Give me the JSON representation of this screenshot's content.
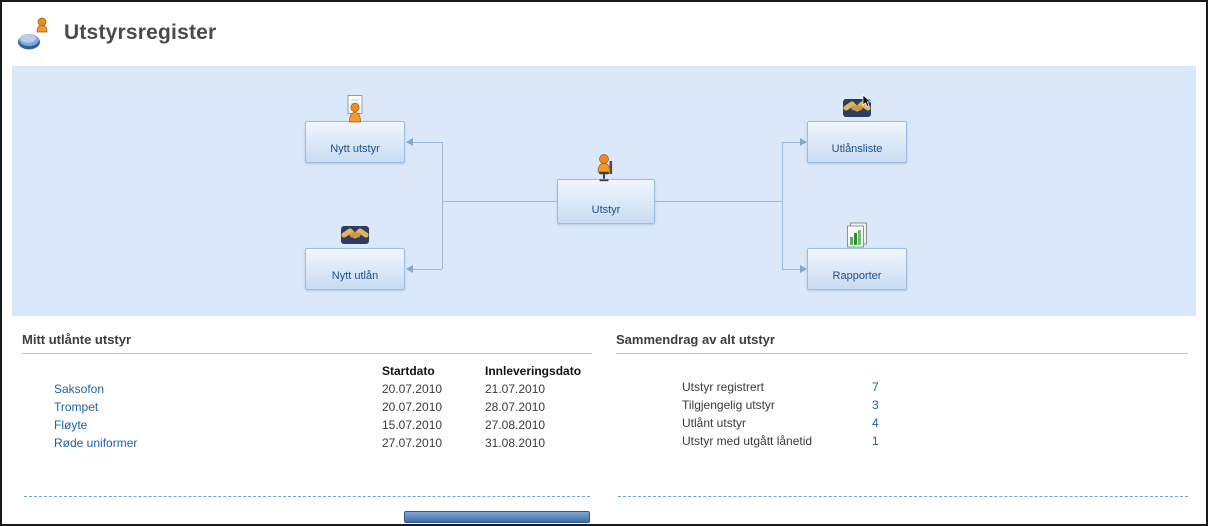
{
  "header": {
    "title": "Utstyrsregister"
  },
  "diagram": {
    "nodes": [
      {
        "label": "Nytt utstyr"
      },
      {
        "label": "Nytt utlån"
      },
      {
        "label": "Utstyr"
      },
      {
        "label": "Utlånsliste"
      },
      {
        "label": "Rapporter"
      }
    ]
  },
  "loaned": {
    "title": "Mitt utlånte utstyr",
    "columns": {
      "startdato": "Startdato",
      "innleveringsdato": "Innleveringsdato"
    },
    "rows": [
      {
        "name": "Saksofon",
        "start": "20.07.2010",
        "due": "21.07.2010"
      },
      {
        "name": "Trompet",
        "start": "20.07.2010",
        "due": "28.07.2010"
      },
      {
        "name": "Fløyte",
        "start": "15.07.2010",
        "due": "27.08.2010"
      },
      {
        "name": "Røde uniformer",
        "start": "27.07.2010",
        "due": "31.08.2010"
      }
    ]
  },
  "summary": {
    "title": "Sammendrag av alt utstyr",
    "rows": [
      {
        "label": "Utstyr registrert",
        "value": "7"
      },
      {
        "label": "Tilgjengelig utstyr",
        "value": "3"
      },
      {
        "label": "Utlånt utstyr",
        "value": "4"
      },
      {
        "label": "Utstyr med utgått lånetid",
        "value": "1"
      }
    ]
  },
  "colors": {
    "diagram_bg": "#dbe8f9",
    "node_border": "#9dbde0",
    "node_text": "#1d4e89",
    "link": "#1f5fa9",
    "rule": "#b7cbdf",
    "dashed": "#6f9fd8"
  }
}
